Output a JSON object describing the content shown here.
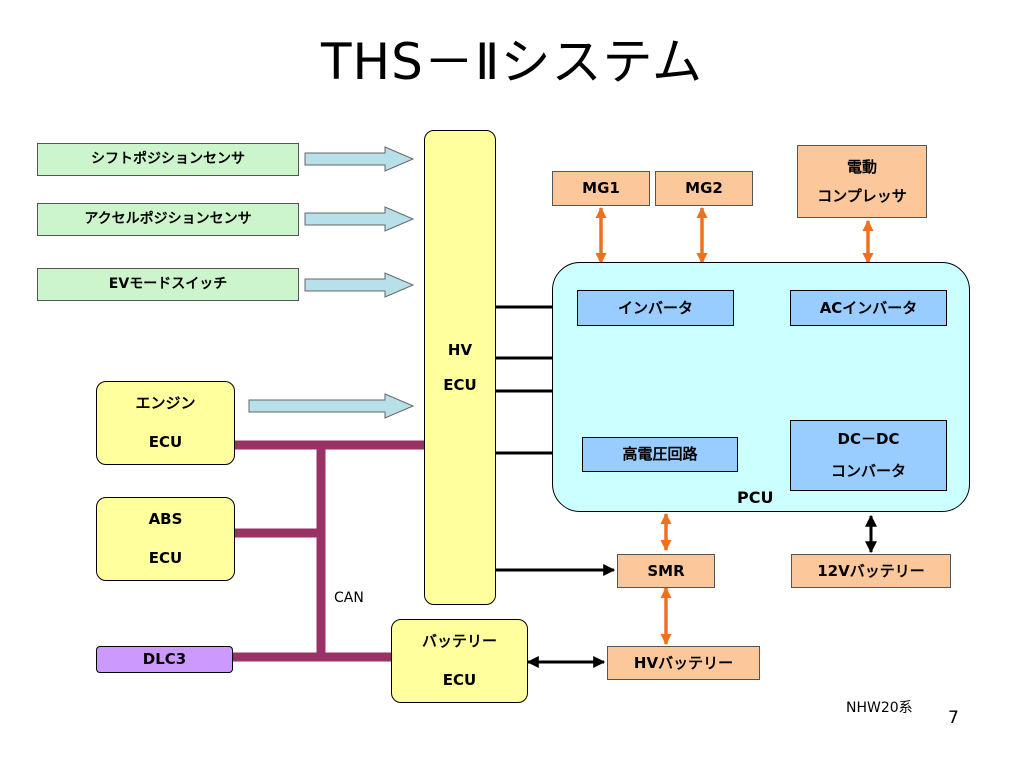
{
  "title": "THS－Ⅱシステム",
  "sensors": {
    "shift": "シフトポジションセンサ",
    "accel": "アクセルポジションセンサ",
    "ev": "EVモードスイッチ"
  },
  "hv_ecu": {
    "line1": "HV",
    "line2": "ECU"
  },
  "engine_ecu": {
    "line1": "エンジン",
    "line2": "ECU"
  },
  "abs_ecu": {
    "line1": "ABS",
    "line2": "ECU"
  },
  "battery_ecu": {
    "line1": "バッテリー",
    "line2": "ECU"
  },
  "dlc3": "DLC3",
  "can_label": "CAN",
  "mg1": "MG1",
  "mg2": "MG2",
  "compressor": {
    "line1": "電動",
    "line2": "コンプレッサ"
  },
  "pcu": {
    "label": "PCU",
    "inverter": "インバータ",
    "ac_inverter": "ACインバータ",
    "hv_circuit": "高電圧回路",
    "dcdc": {
      "line1": "DC－DC",
      "line2": "コンバータ"
    }
  },
  "smr": "SMR",
  "battery_12v": "12Vバッテリー",
  "hv_battery": "HVバッテリー",
  "footer": {
    "model": "NHW20系",
    "page": "7"
  },
  "colors": {
    "sensor_fill": "#ccf5cc",
    "ecu_fill": "#ffff9e",
    "orange_fill": "#fcc89b",
    "blue_fill": "#99ccff",
    "pcu_fill": "#ccffff",
    "violet_fill": "#cc99ff",
    "can_bus": "#993366",
    "orange_arrow": "#f07020",
    "input_arrow": "#b7e0ea"
  }
}
